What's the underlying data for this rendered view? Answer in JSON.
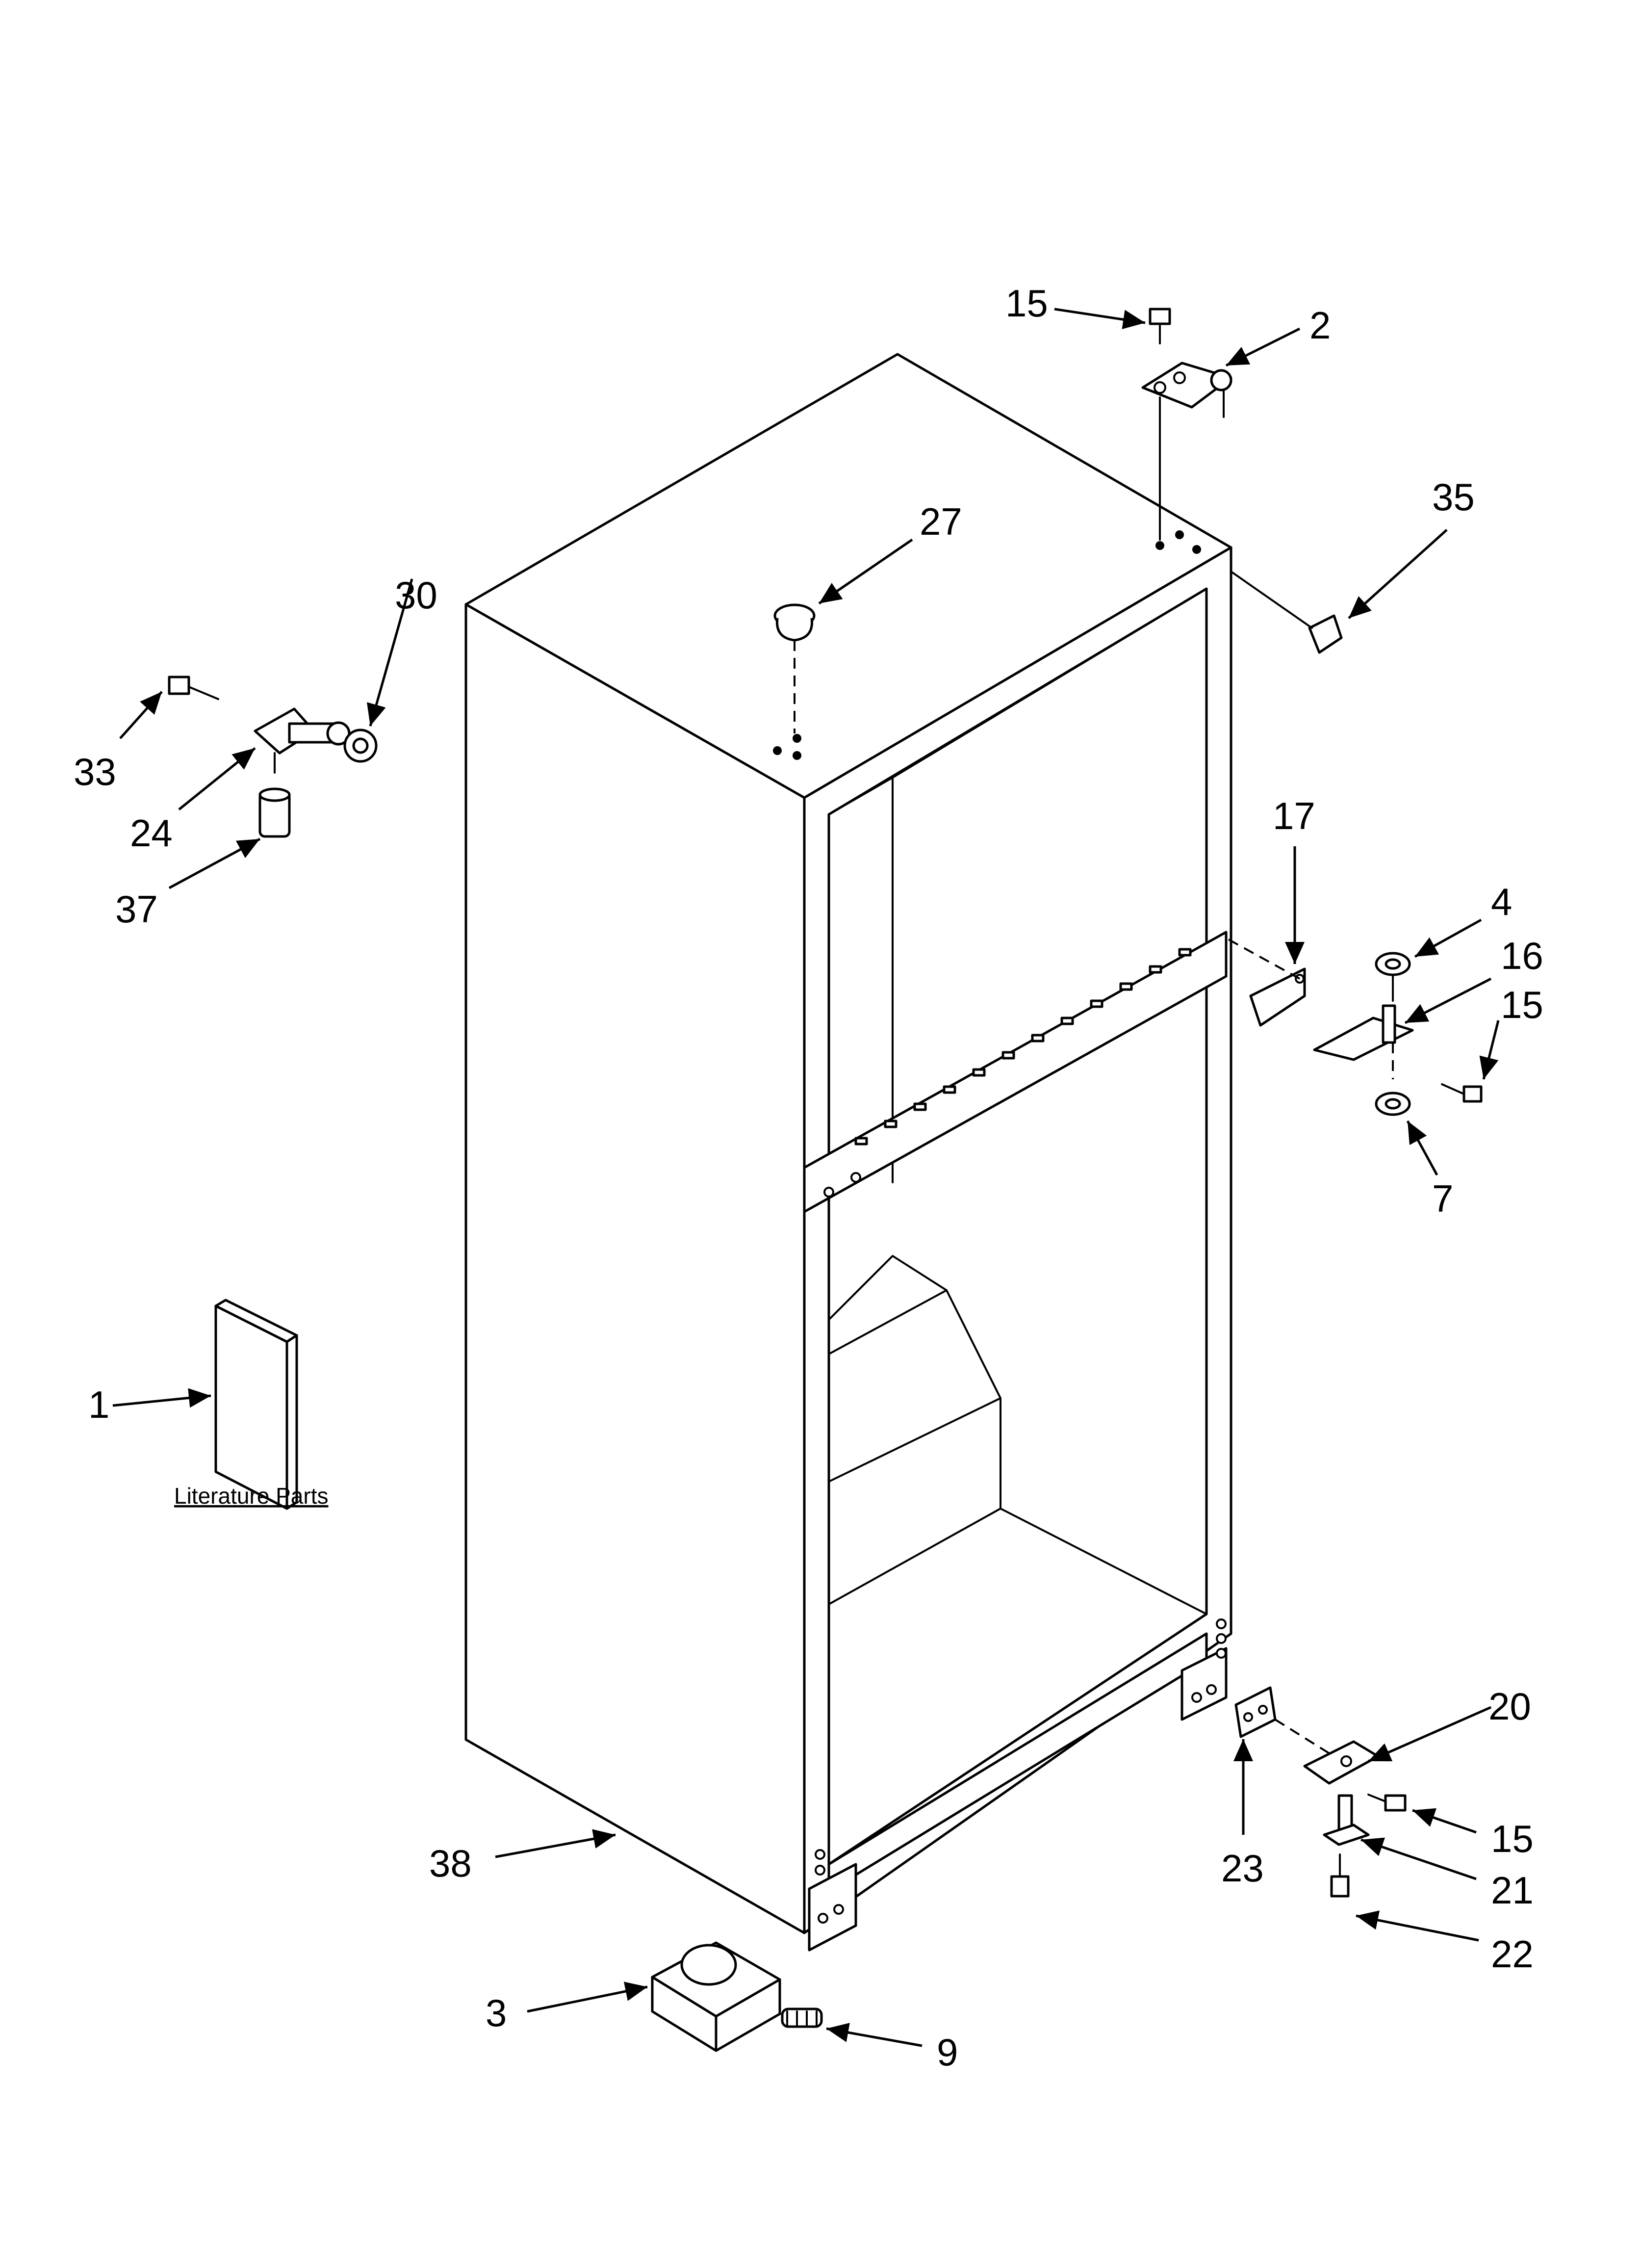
{
  "diagram": {
    "callouts": {
      "c1": "1",
      "c2": "2",
      "c3": "3",
      "c4": "4",
      "c7": "7",
      "c9": "9",
      "c15a": "15",
      "c15b": "15",
      "c15c": "15",
      "c16": "16",
      "c17": "17",
      "c20": "20",
      "c21": "21",
      "c22": "22",
      "c23": "23",
      "c24": "24",
      "c27": "27",
      "c30": "30",
      "c33": "33",
      "c35": "35",
      "c37": "37",
      "c38": "38"
    },
    "literature_label": "Literature Parts"
  }
}
